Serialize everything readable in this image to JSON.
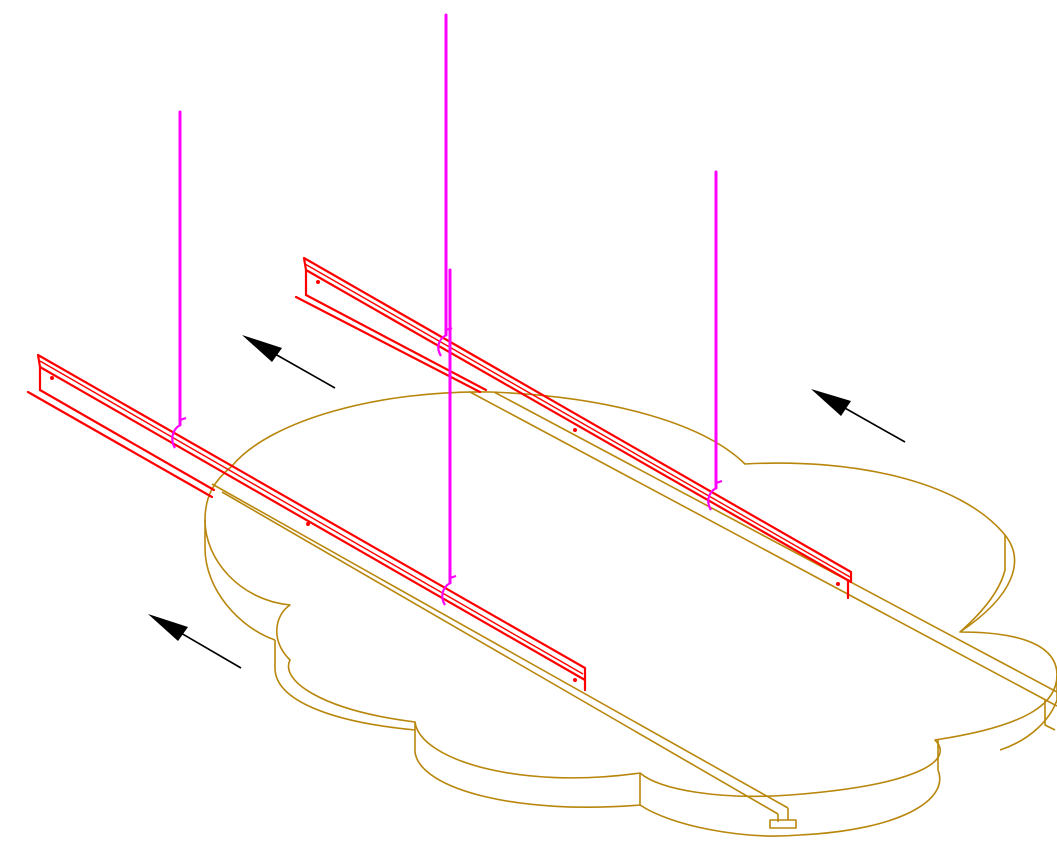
{
  "colors": {
    "cloud_outline": "#b8860b",
    "rail": "#ff0000",
    "hanger": "#ff00ff",
    "arrow": "#000000",
    "background": "#ffffff"
  },
  "diagram": {
    "parts": [
      "cloud-ceiling-panel",
      "main-rail-left",
      "main-rail-right",
      "hanger-rod",
      "hanger-rod",
      "hanger-rod",
      "hanger-rod",
      "direction-arrow",
      "direction-arrow",
      "direction-arrow"
    ]
  }
}
